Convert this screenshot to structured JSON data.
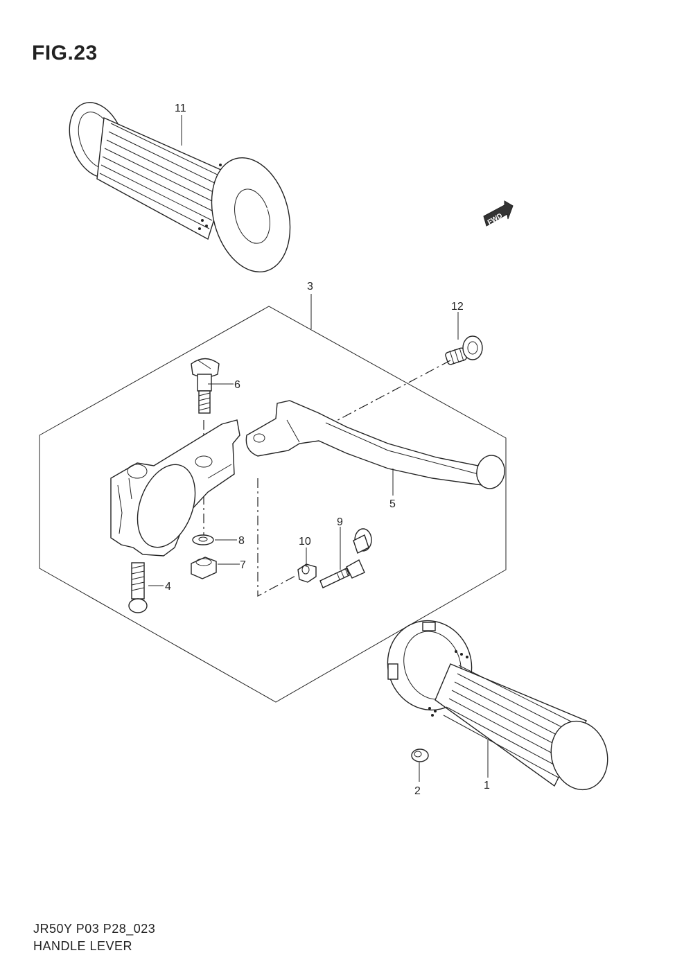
{
  "figure": {
    "title": "FIG.23",
    "code": "JR50Y P03 P28_023",
    "name": "HANDLE LEVER"
  },
  "badge": {
    "text": "FWD"
  },
  "callouts": [
    {
      "id": "1",
      "label": "1"
    },
    {
      "id": "2",
      "label": "2"
    },
    {
      "id": "3",
      "label": "3"
    },
    {
      "id": "4",
      "label": "4"
    },
    {
      "id": "5",
      "label": "5"
    },
    {
      "id": "6",
      "label": "6"
    },
    {
      "id": "7",
      "label": "7"
    },
    {
      "id": "8",
      "label": "8"
    },
    {
      "id": "9",
      "label": "9"
    },
    {
      "id": "10",
      "label": "10"
    },
    {
      "id": "11",
      "label": "11"
    },
    {
      "id": "12",
      "label": "12"
    }
  ]
}
